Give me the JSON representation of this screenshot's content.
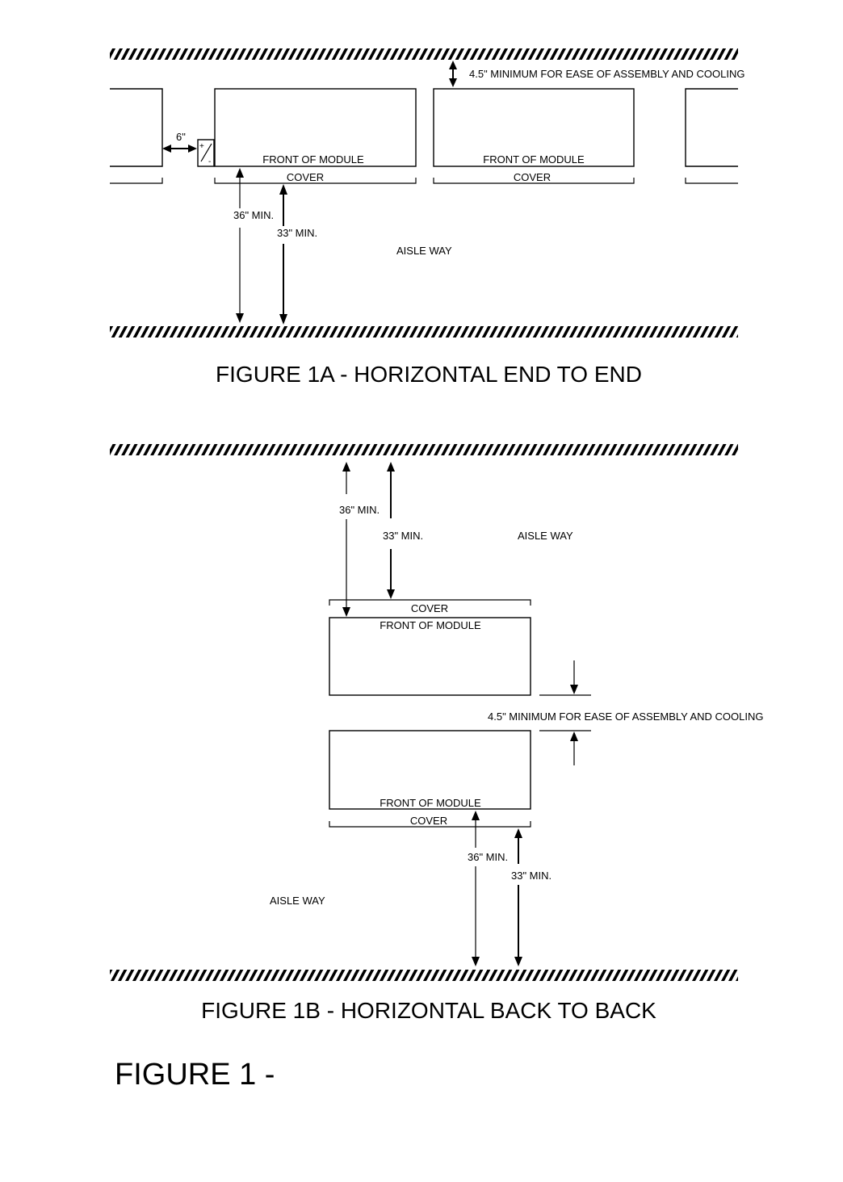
{
  "figure_1a": {
    "clearance_label": "4.5\" MINIMUM FOR EASE OF ASSEMBLY AND COOLING",
    "gap_label": "6\"",
    "panel_plus": "+",
    "panel_minus": "-",
    "module_1_front": "FRONT OF MODULE",
    "module_1_cover": "COVER",
    "module_2_front": "FRONT OF MODULE",
    "module_2_cover": "COVER",
    "dim_36": "36\" MIN.",
    "dim_33": "33\" MIN.",
    "aisle": "AISLE WAY",
    "caption": "FIGURE 1A - HORIZONTAL END TO END"
  },
  "figure_1b": {
    "dim_36_top": "36\" MIN.",
    "dim_33_top": "33\" MIN.",
    "aisle_top": "AISLE WAY",
    "upper_cover": "COVER",
    "upper_front": "FRONT OF MODULE",
    "clearance_label": "4.5\" MINIMUM FOR EASE OF ASSEMBLY AND COOLING",
    "lower_front": "FRONT OF MODULE",
    "lower_cover": "COVER",
    "dim_36_bottom": "36\" MIN.",
    "dim_33_bottom": "33\" MIN.",
    "aisle_bottom": "AISLE WAY",
    "caption": "FIGURE 1B - HORIZONTAL BACK TO BACK"
  },
  "figure_title": "FIGURE 1 -"
}
